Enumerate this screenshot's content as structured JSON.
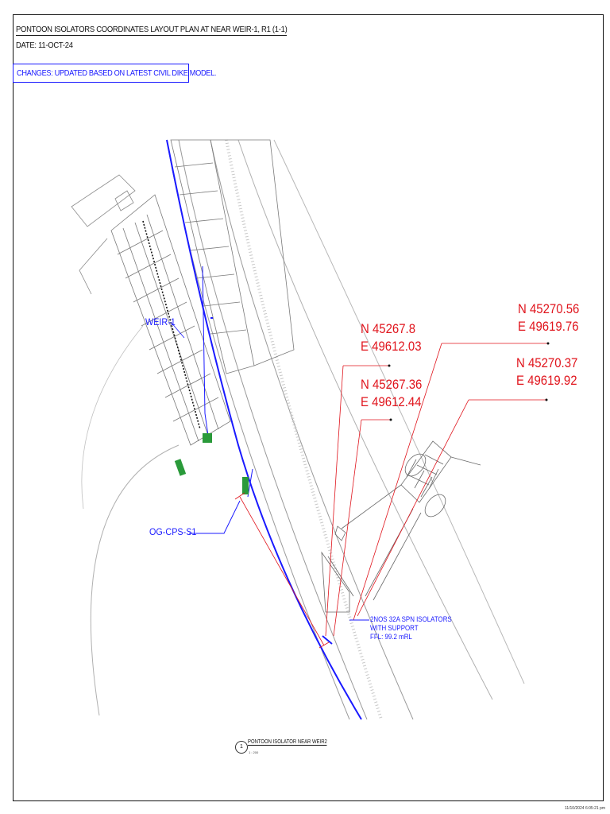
{
  "sheet": {
    "title": "PONTOON ISOLATORS COORDINATES LAYOUT PLAN AT NEAR WEIR-1, R1 (1-1)",
    "date": "DATE: 11-OCT-24",
    "changes": "CHANGES: UPDATED BASED ON LATEST CIVIL DIKE MODEL."
  },
  "labels": {
    "weir": "WEIR-1",
    "og": "OG-CPS-S1",
    "isolators_line1": "2NOS 32A SPN ISOLATORS",
    "isolators_line2": "WITH SUPPORT",
    "isolators_line3": "FFL: 99.2 mRL"
  },
  "coordinates": [
    {
      "n": "N 45267.8",
      "e": "E 49612.03"
    },
    {
      "n": "N 45267.36",
      "e": "E 49612.44"
    },
    {
      "n": "N 45270.56",
      "e": "E 49619.76"
    },
    {
      "n": "N 45270.37",
      "e": "E 49619.92"
    }
  ],
  "view": {
    "number": "1",
    "title": "PONTOON ISOLATOR NEAR WEIR2",
    "scale": "1 : 200"
  },
  "footer": {
    "stamp": "11/10/2024 6:05:21 pm"
  },
  "colors": {
    "annotation_red": "#e0141c",
    "cable_blue": "#1a1aff",
    "linework_gray": "#8a8a8a"
  }
}
